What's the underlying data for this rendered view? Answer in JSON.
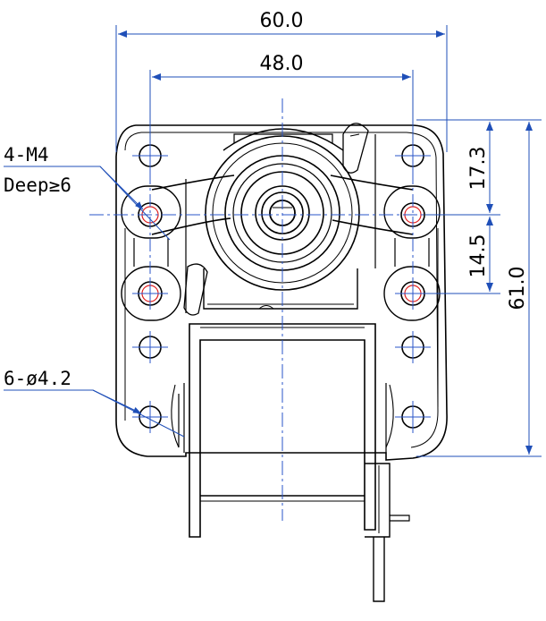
{
  "dimensions": {
    "overall_width": "60.0",
    "hole_spacing": "48.0",
    "upper_offset": "17.3",
    "lower_offset": "14.5",
    "overall_height": "61.0"
  },
  "callouts": {
    "thread_qty_size": "4-M4",
    "thread_depth": "Deep≥6",
    "hole_spec": "6-ø4.2"
  },
  "colors": {
    "outline": "#000000",
    "dimension_line": "#1f4fb8",
    "centerline": "#2a55c8",
    "thread_mark": "#e02020"
  }
}
